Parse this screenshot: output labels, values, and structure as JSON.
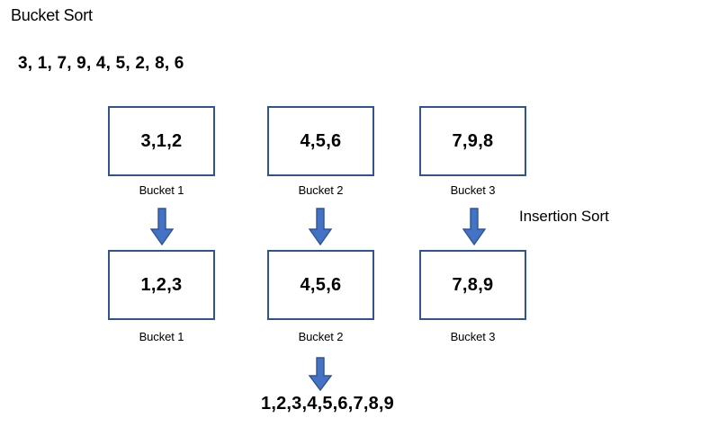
{
  "diagram": {
    "title": "Bucket Sort",
    "input_list": "3, 1, 7, 9, 4, 5, 2, 8, 6",
    "step_label": "Insertion Sort",
    "final_result": "1,2,3,4,5,6,7,8,9",
    "colors": {
      "box_border": "#2E5496",
      "arrow_fill": "#4472C4",
      "arrow_stroke": "#2E5496",
      "text": "#000000",
      "background": "#FFFFFF"
    }
  },
  "unsorted_row": {
    "buckets": [
      {
        "value": "3,1,2",
        "label": "Bucket 1"
      },
      {
        "value": "4,5,6",
        "label": "Bucket 2"
      },
      {
        "value": "7,9,8",
        "label": "Bucket 3"
      }
    ]
  },
  "sorted_row": {
    "buckets": [
      {
        "value": "1,2,3",
        "label": "Bucket 1"
      },
      {
        "value": "4,5,6",
        "label": "Bucket 2"
      },
      {
        "value": "7,8,9",
        "label": "Bucket 3"
      }
    ]
  },
  "arrows": {
    "sort_arrows": [
      {
        "name": "arrow-bucket-1"
      },
      {
        "name": "arrow-bucket-2"
      },
      {
        "name": "arrow-bucket-3"
      }
    ],
    "merge_arrow": {
      "name": "arrow-merge"
    }
  }
}
